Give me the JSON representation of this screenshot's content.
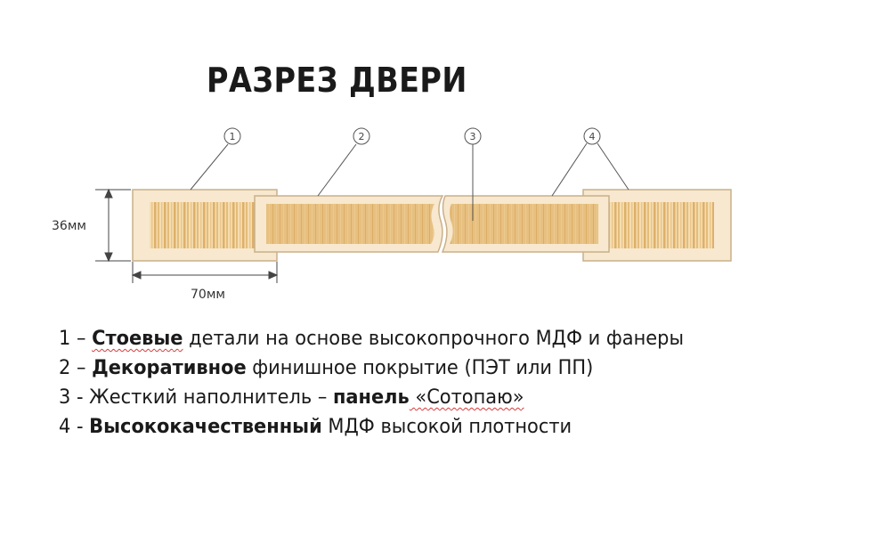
{
  "title": "РАЗРЕЗ ДВЕРИ",
  "dimensions": {
    "height_label": "36мм",
    "width_label": "70мм"
  },
  "callouts": [
    "1",
    "2",
    "3",
    "4"
  ],
  "legend": [
    {
      "prefix": "1 – ",
      "bold": "Стоевые",
      "rest": " детали на основе высокопрочного МДФ и фанеры",
      "squiggle": "bold"
    },
    {
      "prefix": "2 – ",
      "bold": "Декоративное",
      "rest": " финишное покрытие (ПЭТ или ПП)",
      "squiggle": ""
    },
    {
      "prefix": "3 - Жесткий наполнитель – ",
      "bold": "панель",
      "rest": " «Сотопаю»",
      "squiggle": "rest"
    },
    {
      "prefix": "4 - ",
      "bold": "Высококачественный",
      "rest": " МДФ высокой плотности",
      "squiggle": ""
    }
  ],
  "colors": {
    "frame_fill": "#f7e8cf",
    "frame_stroke": "#c9b08a",
    "slat_light": "#f2d9a8",
    "slat_dark": "#e0b873",
    "core_fill": "#e8c385",
    "core_stroke": "#d6ad6b",
    "line": "#444444"
  }
}
